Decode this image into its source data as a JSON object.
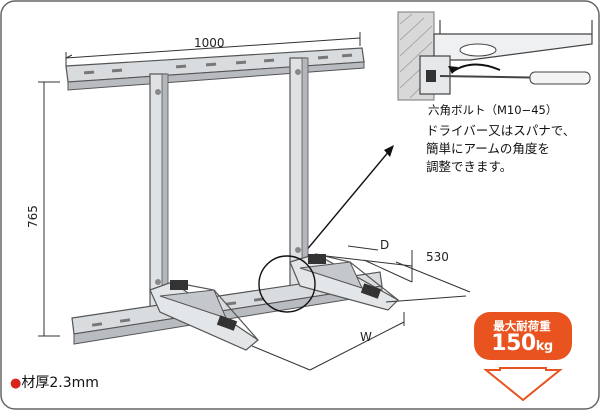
{
  "dimensions": {
    "width": "1000",
    "height": "765",
    "depth": "530",
    "d": "D",
    "w": "W"
  },
  "inset": {
    "bolt_label": "六角ボルト（M10−45）",
    "note_lines": [
      "ドライバー又はスパナで、",
      "簡単にアームの角度を",
      "調整できます。"
    ]
  },
  "spec": {
    "bullet": "●",
    "thickness": "材厚2.3mm"
  },
  "load_badge": {
    "title": "最大耐荷重",
    "value": "150",
    "unit": "kg"
  },
  "colors": {
    "badge": "#e8531f",
    "bullet": "#d7261e",
    "metal": "#c9cdd1",
    "frame": "#555555"
  }
}
